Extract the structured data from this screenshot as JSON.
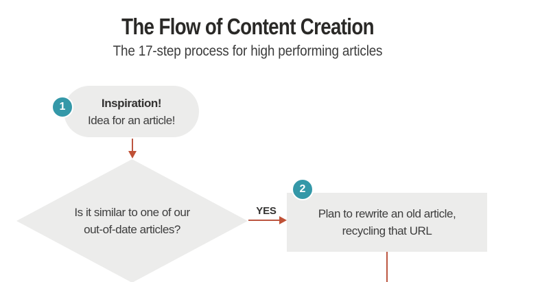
{
  "header": {
    "title": "The Flow of Content Creation",
    "subtitle": "The 17-step process for high performing articles"
  },
  "flow": {
    "step1": {
      "badge": "1",
      "line1": "Inspiration!",
      "line2": "Idea for an article!"
    },
    "decision": {
      "line1": "Is it similar to one of our",
      "line2": "out-of-date articles?"
    },
    "yes_label": "YES",
    "step2": {
      "badge": "2",
      "line1": "Plan to rewrite an old article,",
      "line2": "recycling that URL"
    }
  },
  "colors": {
    "badge_teal": "#3498a8",
    "arrow_rust": "#c05136",
    "node_gray": "#ececeb",
    "title_text": "#2a2927",
    "body_text": "#3d3d3d",
    "background": "#ffffff"
  }
}
